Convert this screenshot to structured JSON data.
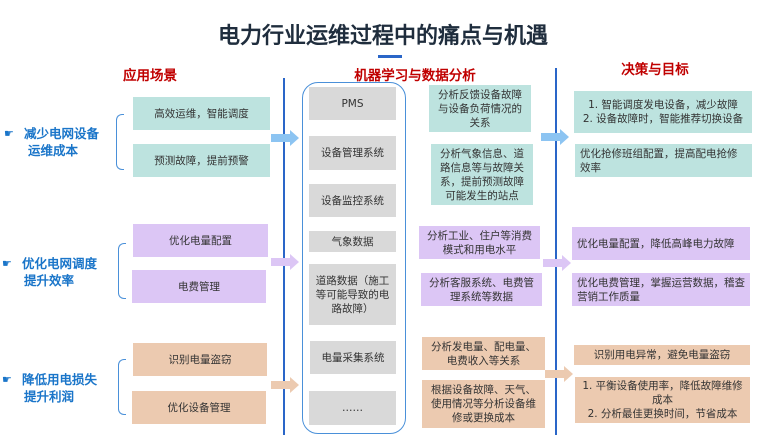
{
  "title": "电力行业运维过程中的痛点与机遇",
  "headers": {
    "scenarios": "应用场景",
    "ml": "机器学习与数据分析",
    "decisions": "决策与目标"
  },
  "goals": [
    {
      "line1": "减少电网设备",
      "line2": "运维成本",
      "icon": "pointing-hand-icon"
    },
    {
      "line1": "优化电网调度",
      "line2": "提升效率",
      "icon": "pointing-hand-icon"
    },
    {
      "line1": "降低用电损失",
      "line2": "提升利润",
      "icon": "pointing-hand-icon"
    }
  ],
  "hand": "☛",
  "scenarios": [
    "高效运维，智能调度",
    "预测故障，提前预警",
    "优化电量配置",
    "电费管理",
    "识别电量盗窃",
    "优化设备管理"
  ],
  "sources": [
    "PMS",
    "设备管理系统",
    "设备监控系统",
    "气象数据",
    "道路数据（施工等可能导致的电路故障）",
    "电量采集系统",
    "……"
  ],
  "analysis": [
    "分析反馈设备故障与设备负荷情况的关系",
    "分析气象信息、道路信息等与故障关系，提前预测故障可能发生的站点",
    "分析工业、住户等消费模式和用电水平",
    "分析客服系统、电费管理系统等数据",
    "分析发电量、配电量、电费收入等关系",
    "根据设备故障、天气、使用情况等分析设备维修或更换成本"
  ],
  "decisions": [
    "1. 智能调度发电设备，减少故障\n2. 设备故障时，智能推荐切换设备",
    "优化抢修班组配置，提高配电抢修效率",
    "优化电量配置，降低高峰电力故障",
    "优化电费管理，掌握运营数据，稽查营销工作质量",
    "识别用电异常，避免电量盗窃",
    "1. 平衡设备使用率，降低故障维修成本\n2. 分析最佳更换时间，节省成本"
  ],
  "colors": {
    "teal": "#bde3df",
    "purple": "#dcc6f5",
    "peach": "#eccab0",
    "gray": "#d9d9d9",
    "blue": "#1a75c9",
    "red": "#c00000"
  }
}
